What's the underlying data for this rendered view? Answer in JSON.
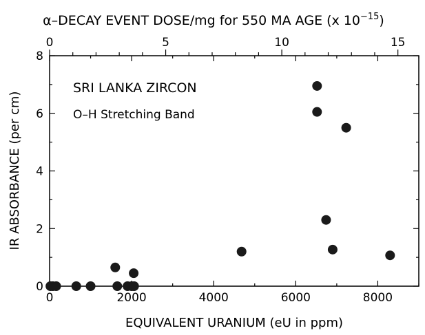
{
  "chart_data": {
    "type": "scatter",
    "title": "",
    "annotations": [
      "SRI LANKA ZIRCON",
      "O–H Stretching Band"
    ],
    "xlabel": "EQUIVALENT URANIUM (eU in ppm)",
    "ylabel": "IR ABSORBANCE (per cm)",
    "top_xlabel_prefix": "α–DECAY EVENT DOSE/mg for 550 MA AGE (x 10",
    "top_xlabel_exponent": "−15",
    "top_xlabel_suffix": ")",
    "xlim": [
      0,
      9000
    ],
    "ylim": [
      0,
      8
    ],
    "top_xlim": [
      0,
      15.9
    ],
    "x_ticks": [
      0,
      2000,
      4000,
      6000,
      8000
    ],
    "x_tick_labels": [
      "0",
      "2000",
      "4000",
      "6000",
      "8000"
    ],
    "y_ticks": [
      0,
      2,
      4,
      6,
      8
    ],
    "y_tick_labels": [
      "0",
      "2",
      "4",
      "6",
      "8"
    ],
    "top_ticks": [
      0,
      5,
      10,
      15
    ],
    "top_tick_labels": [
      "0",
      "5",
      "10",
      "15"
    ],
    "grid": false,
    "legend": "none",
    "marker_color": "#1a1a1a",
    "series": [
      {
        "points": [
          {
            "x": 20,
            "y": 0
          },
          {
            "x": 80,
            "y": 0
          },
          {
            "x": 160,
            "y": 0
          },
          {
            "x": 650,
            "y": 0
          },
          {
            "x": 1000,
            "y": 0
          },
          {
            "x": 1600,
            "y": 0.65
          },
          {
            "x": 1650,
            "y": 0
          },
          {
            "x": 1900,
            "y": 0
          },
          {
            "x": 2000,
            "y": 0
          },
          {
            "x": 2050,
            "y": 0.45
          },
          {
            "x": 2060,
            "y": 0
          },
          {
            "x": 4680,
            "y": 1.2
          },
          {
            "x": 6520,
            "y": 6.95
          },
          {
            "x": 6520,
            "y": 6.05
          },
          {
            "x": 6740,
            "y": 2.3
          },
          {
            "x": 6900,
            "y": 1.27
          },
          {
            "x": 7230,
            "y": 5.5
          },
          {
            "x": 8300,
            "y": 1.07
          }
        ]
      }
    ]
  }
}
